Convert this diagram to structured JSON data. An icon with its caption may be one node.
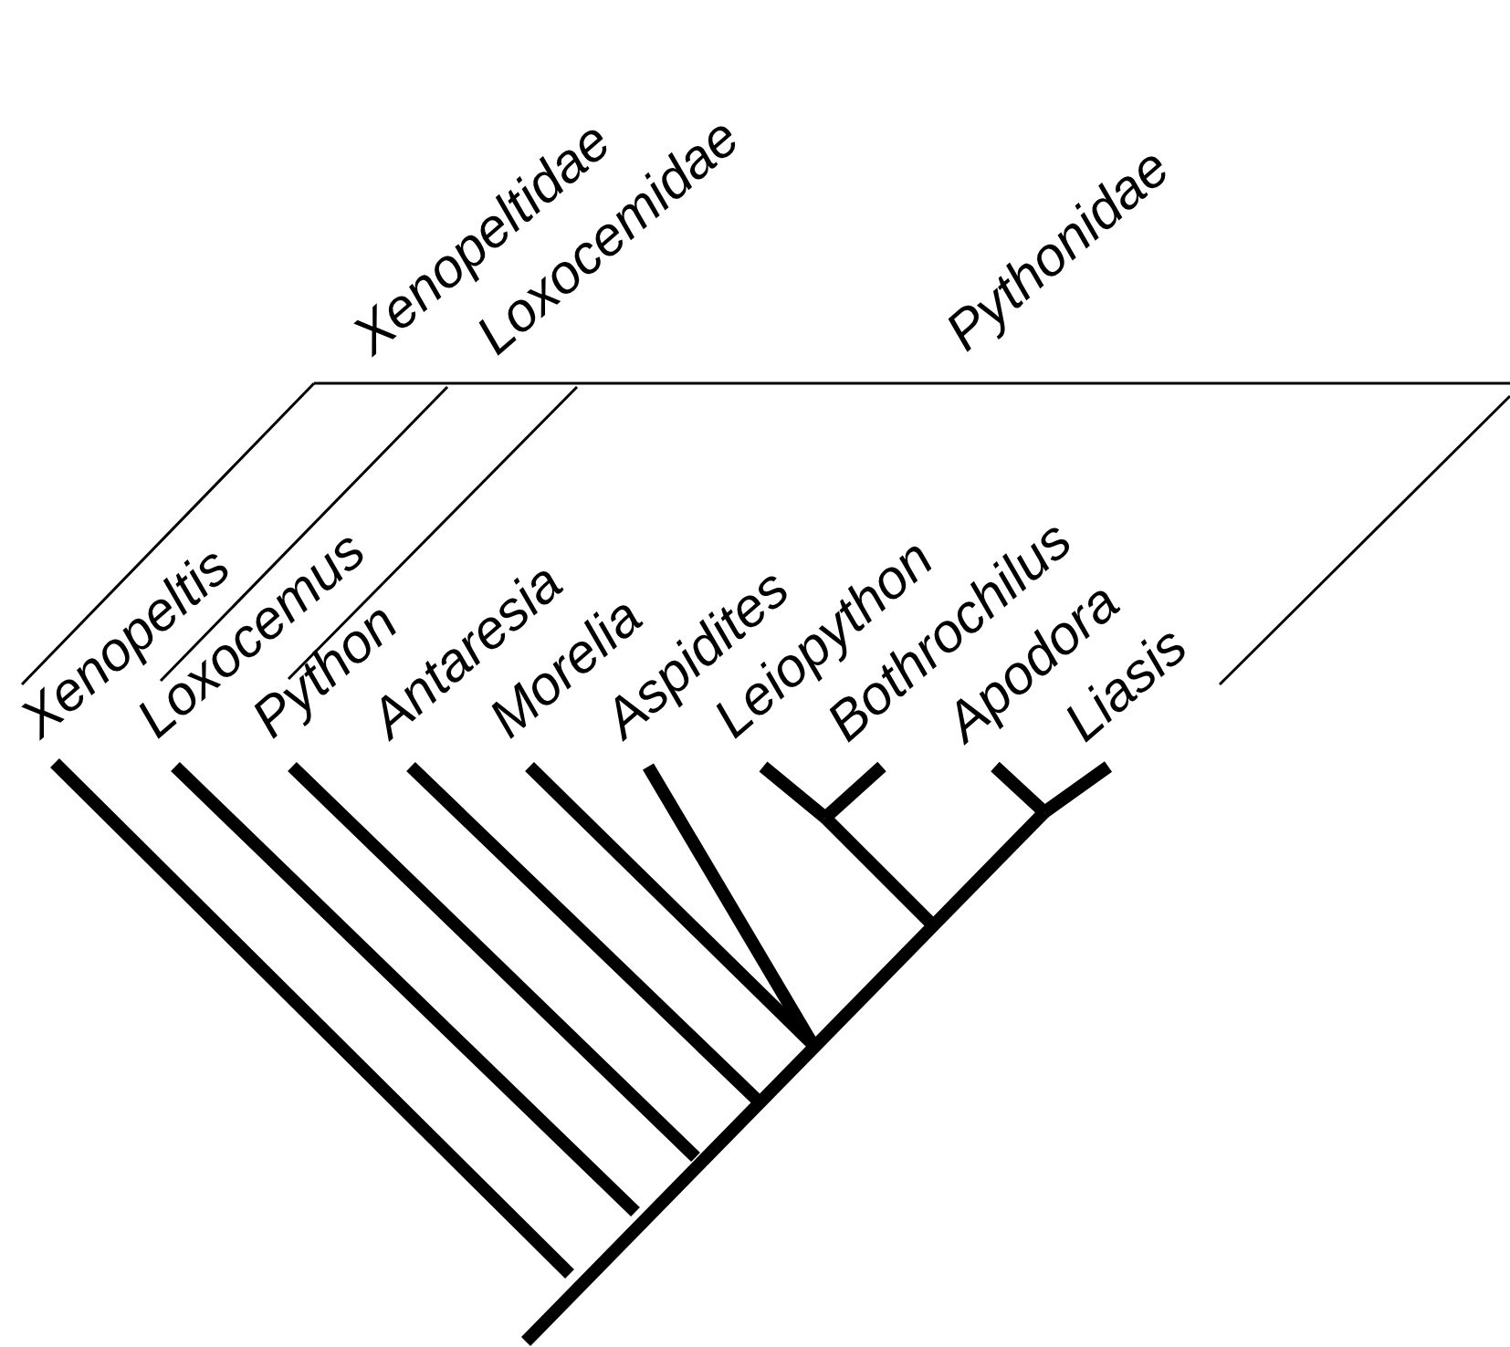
{
  "diagram": {
    "labels": [
      "Xenopeltidae",
      "Loxocemidae",
      "Pythonidae",
      "Xenopeltis",
      "Loxocemus",
      "Python",
      "Antaresia",
      "Morelia",
      "Aspidites",
      "Leiopython",
      "Bothrochilus",
      "Apodora",
      "Liasis"
    ]
  }
}
